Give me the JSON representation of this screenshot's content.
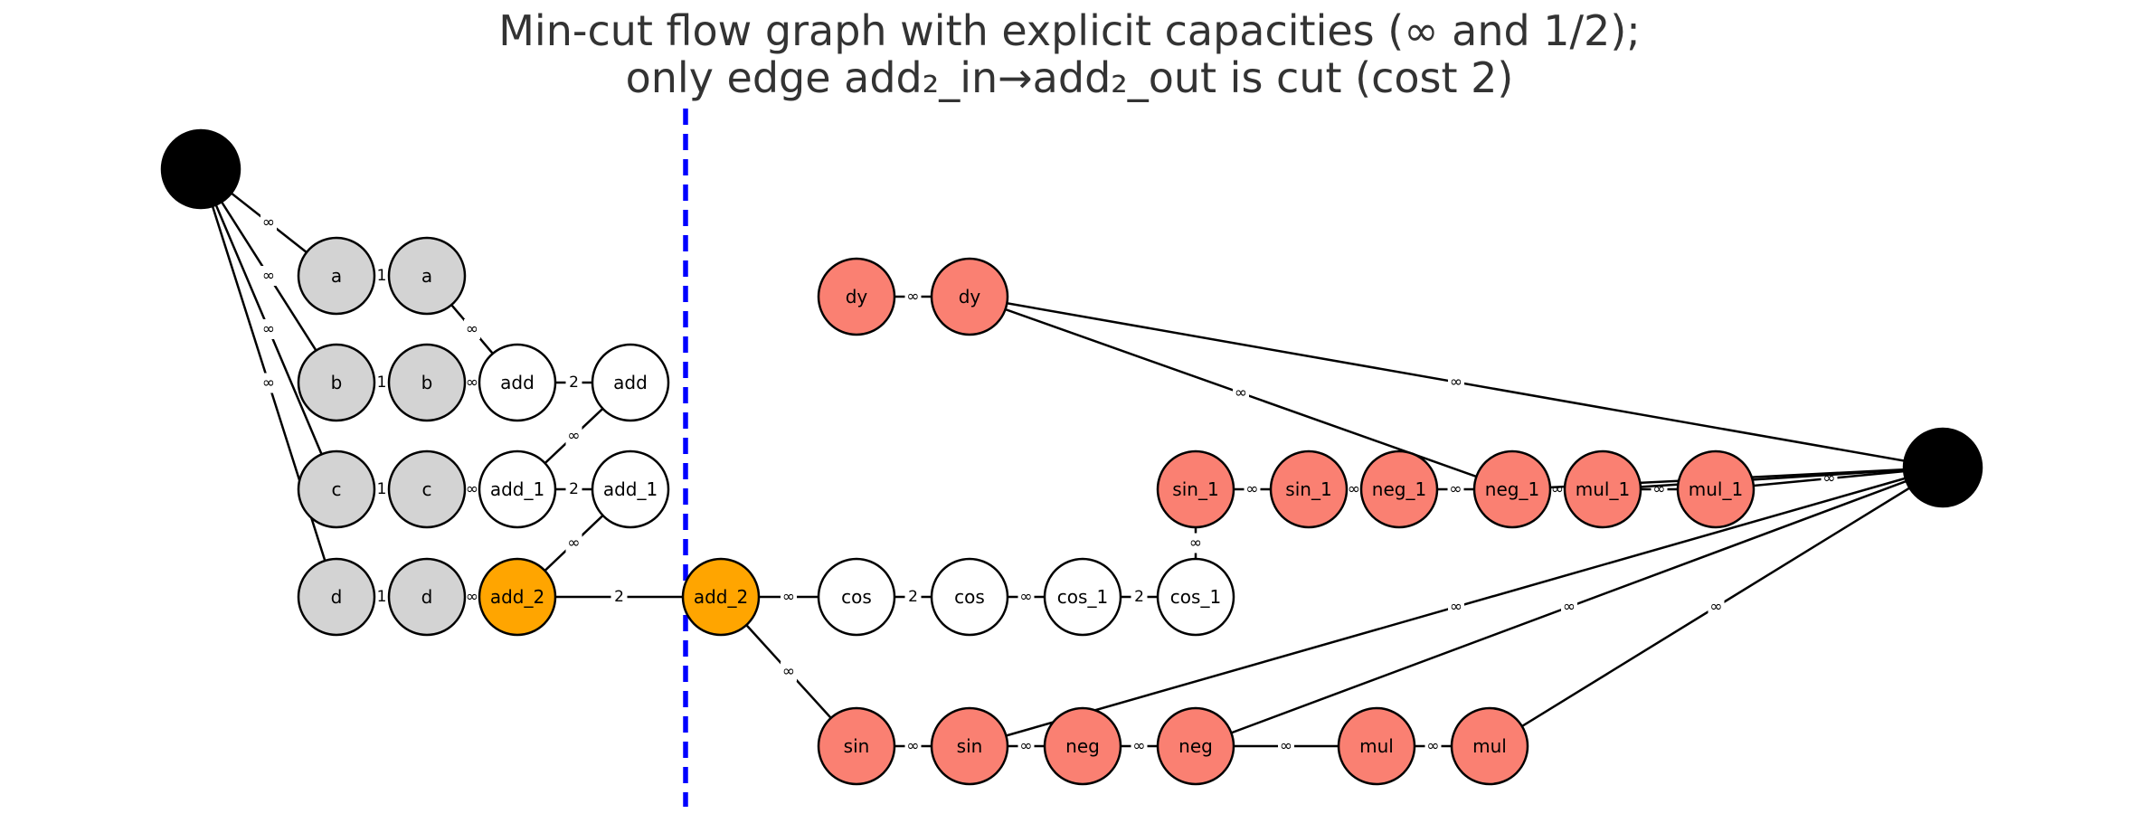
{
  "title": {
    "line1": "Min-cut flow graph with explicit capacities (∞ and 1/2);",
    "line2": "only edge add₂_in→add₂_out is cut (cost 2)"
  },
  "colors": {
    "input": "#d3d3d3",
    "plain": "#ffffff",
    "saved": "#fa8072",
    "cut": "#ffa500",
    "terminal": "#000000",
    "cut_line": "#0000ff"
  },
  "nodes": [
    {
      "id": "source",
      "label": "",
      "kind": "terminal"
    },
    {
      "id": "sink",
      "label": "",
      "kind": "terminal"
    },
    {
      "id": "a_in",
      "label": "a",
      "kind": "input"
    },
    {
      "id": "a_out",
      "label": "a",
      "kind": "input"
    },
    {
      "id": "b_in",
      "label": "b",
      "kind": "input"
    },
    {
      "id": "b_out",
      "label": "b",
      "kind": "input"
    },
    {
      "id": "c_in",
      "label": "c",
      "kind": "input"
    },
    {
      "id": "c_out",
      "label": "c",
      "kind": "input"
    },
    {
      "id": "d_in",
      "label": "d",
      "kind": "input"
    },
    {
      "id": "d_out",
      "label": "d",
      "kind": "input"
    },
    {
      "id": "add_in",
      "label": "add",
      "kind": "plain"
    },
    {
      "id": "add_out",
      "label": "add",
      "kind": "plain"
    },
    {
      "id": "add_1_in",
      "label": "add_1",
      "kind": "plain"
    },
    {
      "id": "add_1_out",
      "label": "add_1",
      "kind": "plain"
    },
    {
      "id": "add_2_in",
      "label": "add_2",
      "kind": "cut"
    },
    {
      "id": "add_2_out",
      "label": "add_2",
      "kind": "cut"
    },
    {
      "id": "dy_in",
      "label": "dy",
      "kind": "saved"
    },
    {
      "id": "dy_out",
      "label": "dy",
      "kind": "saved"
    },
    {
      "id": "cos_in",
      "label": "cos",
      "kind": "plain"
    },
    {
      "id": "cos_out",
      "label": "cos",
      "kind": "plain"
    },
    {
      "id": "cos_1_in",
      "label": "cos_1",
      "kind": "plain"
    },
    {
      "id": "cos_1_out",
      "label": "cos_1",
      "kind": "plain"
    },
    {
      "id": "sin_1_in",
      "label": "sin_1",
      "kind": "saved"
    },
    {
      "id": "sin_1_out",
      "label": "sin_1",
      "kind": "saved"
    },
    {
      "id": "neg_1_in",
      "label": "neg_1",
      "kind": "saved"
    },
    {
      "id": "neg_1_out",
      "label": "neg_1",
      "kind": "saved"
    },
    {
      "id": "mul_1_in",
      "label": "mul_1",
      "kind": "saved"
    },
    {
      "id": "mul_1_out",
      "label": "mul_1",
      "kind": "saved"
    },
    {
      "id": "sin_in",
      "label": "sin",
      "kind": "saved"
    },
    {
      "id": "sin_out",
      "label": "sin",
      "kind": "saved"
    },
    {
      "id": "neg_in",
      "label": "neg",
      "kind": "saved"
    },
    {
      "id": "neg_out",
      "label": "neg",
      "kind": "saved"
    },
    {
      "id": "mul_in",
      "label": "mul",
      "kind": "saved"
    },
    {
      "id": "mul_out",
      "label": "mul",
      "kind": "saved"
    }
  ],
  "edges": [
    {
      "from": "source",
      "to": "a_in",
      "capacity": "∞"
    },
    {
      "from": "source",
      "to": "b_in",
      "capacity": "∞"
    },
    {
      "from": "source",
      "to": "c_in",
      "capacity": "∞"
    },
    {
      "from": "source",
      "to": "d_in",
      "capacity": "∞"
    },
    {
      "from": "a_in",
      "to": "a_out",
      "capacity": "1"
    },
    {
      "from": "b_in",
      "to": "b_out",
      "capacity": "1"
    },
    {
      "from": "c_in",
      "to": "c_out",
      "capacity": "1"
    },
    {
      "from": "d_in",
      "to": "d_out",
      "capacity": "1"
    },
    {
      "from": "a_out",
      "to": "add_in",
      "capacity": "∞"
    },
    {
      "from": "b_out",
      "to": "add_in",
      "capacity": "∞"
    },
    {
      "from": "c_out",
      "to": "add_1_in",
      "capacity": "∞"
    },
    {
      "from": "d_out",
      "to": "add_2_in",
      "capacity": "∞"
    },
    {
      "from": "add_in",
      "to": "add_out",
      "capacity": "2"
    },
    {
      "from": "add_1_in",
      "to": "add_1_out",
      "capacity": "2"
    },
    {
      "from": "add_2_in",
      "to": "add_2_out",
      "capacity": "2"
    },
    {
      "from": "add_out",
      "to": "add_1_in",
      "capacity": "∞"
    },
    {
      "from": "add_1_out",
      "to": "add_2_in",
      "capacity": "∞"
    },
    {
      "from": "dy_in",
      "to": "dy_out",
      "capacity": "∞"
    },
    {
      "from": "dy_out",
      "to": "neg_1_out",
      "capacity": "∞"
    },
    {
      "from": "dy_out",
      "to": "sink",
      "capacity": "∞"
    },
    {
      "from": "add_2_out",
      "to": "cos_in",
      "capacity": "∞"
    },
    {
      "from": "cos_in",
      "to": "cos_out",
      "capacity": "2"
    },
    {
      "from": "cos_out",
      "to": "cos_1_in",
      "capacity": "∞"
    },
    {
      "from": "cos_1_in",
      "to": "cos_1_out",
      "capacity": "2"
    },
    {
      "from": "cos_1_out",
      "to": "sin_1_in",
      "capacity": "∞"
    },
    {
      "from": "sin_1_in",
      "to": "sin_1_out",
      "capacity": "∞"
    },
    {
      "from": "sin_1_out",
      "to": "neg_1_in",
      "capacity": "∞"
    },
    {
      "from": "neg_1_in",
      "to": "neg_1_out",
      "capacity": "∞"
    },
    {
      "from": "neg_1_out",
      "to": "mul_1_in",
      "capacity": "∞"
    },
    {
      "from": "mul_1_in",
      "to": "mul_1_out",
      "capacity": "∞"
    },
    {
      "from": "mul_1_out",
      "to": "sink",
      "capacity": "∞"
    },
    {
      "from": "neg_1_out",
      "to": "sink",
      "capacity": ""
    },
    {
      "from": "mul_1_in",
      "to": "sink",
      "capacity": ""
    },
    {
      "from": "add_2_out",
      "to": "sin_in",
      "capacity": "∞"
    },
    {
      "from": "sin_in",
      "to": "sin_out",
      "capacity": "∞"
    },
    {
      "from": "sin_out",
      "to": "neg_in",
      "capacity": "∞"
    },
    {
      "from": "neg_in",
      "to": "neg_out",
      "capacity": "∞"
    },
    {
      "from": "neg_out",
      "to": "mul_in",
      "capacity": "∞"
    },
    {
      "from": "mul_in",
      "to": "mul_out",
      "capacity": "∞"
    },
    {
      "from": "sin_out",
      "to": "sink",
      "capacity": "∞"
    },
    {
      "from": "neg_out",
      "to": "sink",
      "capacity": "∞"
    },
    {
      "from": "mul_out",
      "to": "sink",
      "capacity": "∞"
    }
  ]
}
